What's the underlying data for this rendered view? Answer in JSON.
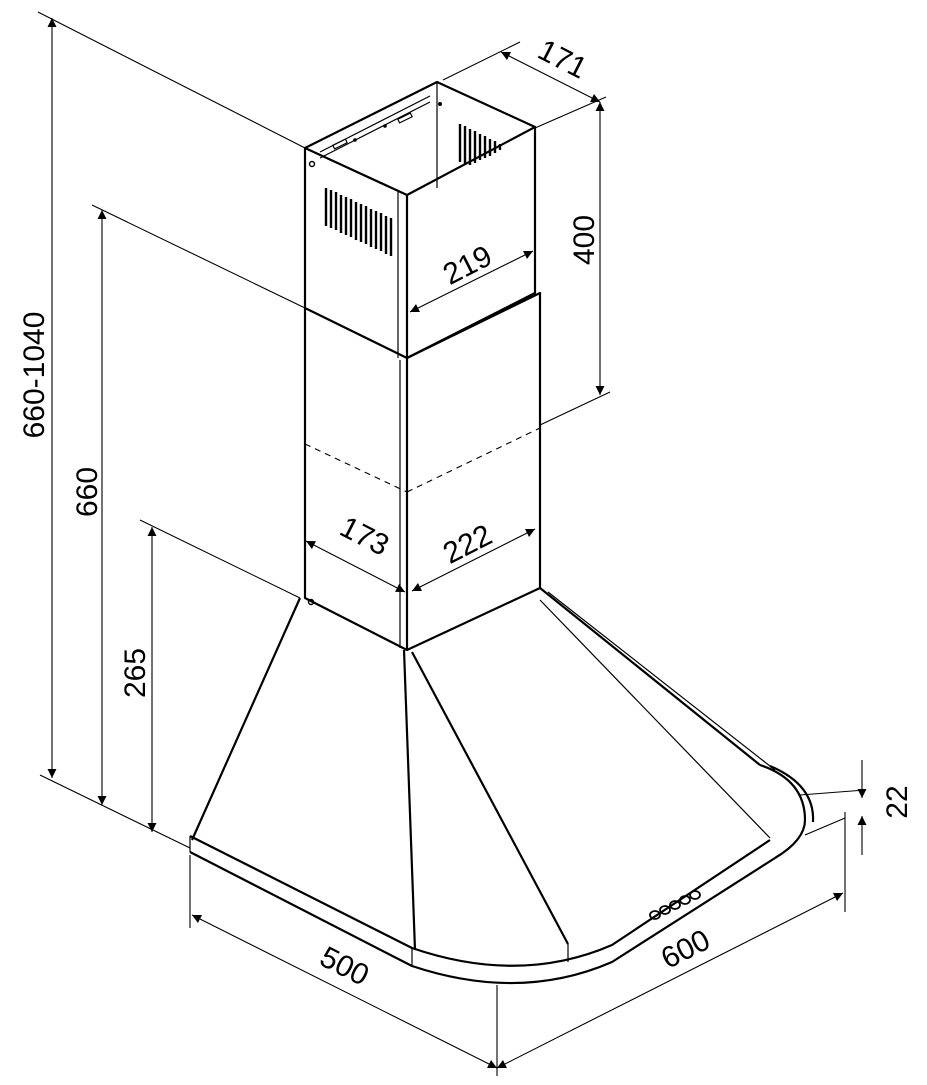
{
  "dimensions": {
    "total_height": "660-1040",
    "height_660": "660",
    "height_265": "265",
    "chimney_upper_depth": "171",
    "chimney_upper_height": "400",
    "chimney_upper_width": "219",
    "chimney_lower_depth": "173",
    "chimney_lower_width": "222",
    "hood_thickness": "22",
    "hood_depth": "500",
    "hood_width": "600"
  },
  "colors": {
    "line": "#000000",
    "background": "#ffffff"
  }
}
